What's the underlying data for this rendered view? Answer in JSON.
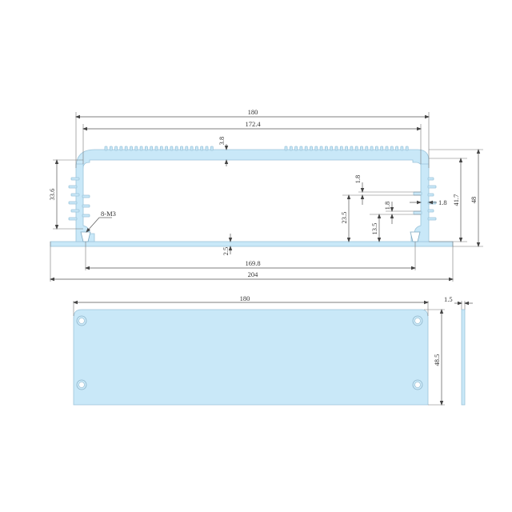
{
  "colors": {
    "part_fill": "#c9e8f8",
    "part_stroke": "#9cc4da",
    "dimension_line": "#555555",
    "background": "#ffffff"
  },
  "profile_view": {
    "dimensions": {
      "overall_width": "180",
      "inner_width": "172.4",
      "top_wall_thickness": "3.8",
      "left_fin_height": "33.6",
      "screw_label": "8-M3",
      "slot_height_1": "1.8",
      "slot_height_2": "1.8",
      "slot_from_base_1": "23.5",
      "slot_from_base_2": "13.5",
      "side_wall_thickness": "1.8",
      "inner_height": "41.7",
      "overall_height": "48",
      "base_thickness": "2.5",
      "screw_spacing": "169.8",
      "base_width": "204"
    }
  },
  "end_plate_view": {
    "dimensions": {
      "width": "180",
      "height": "48.5",
      "thickness": "1.5"
    },
    "holes": 4
  }
}
